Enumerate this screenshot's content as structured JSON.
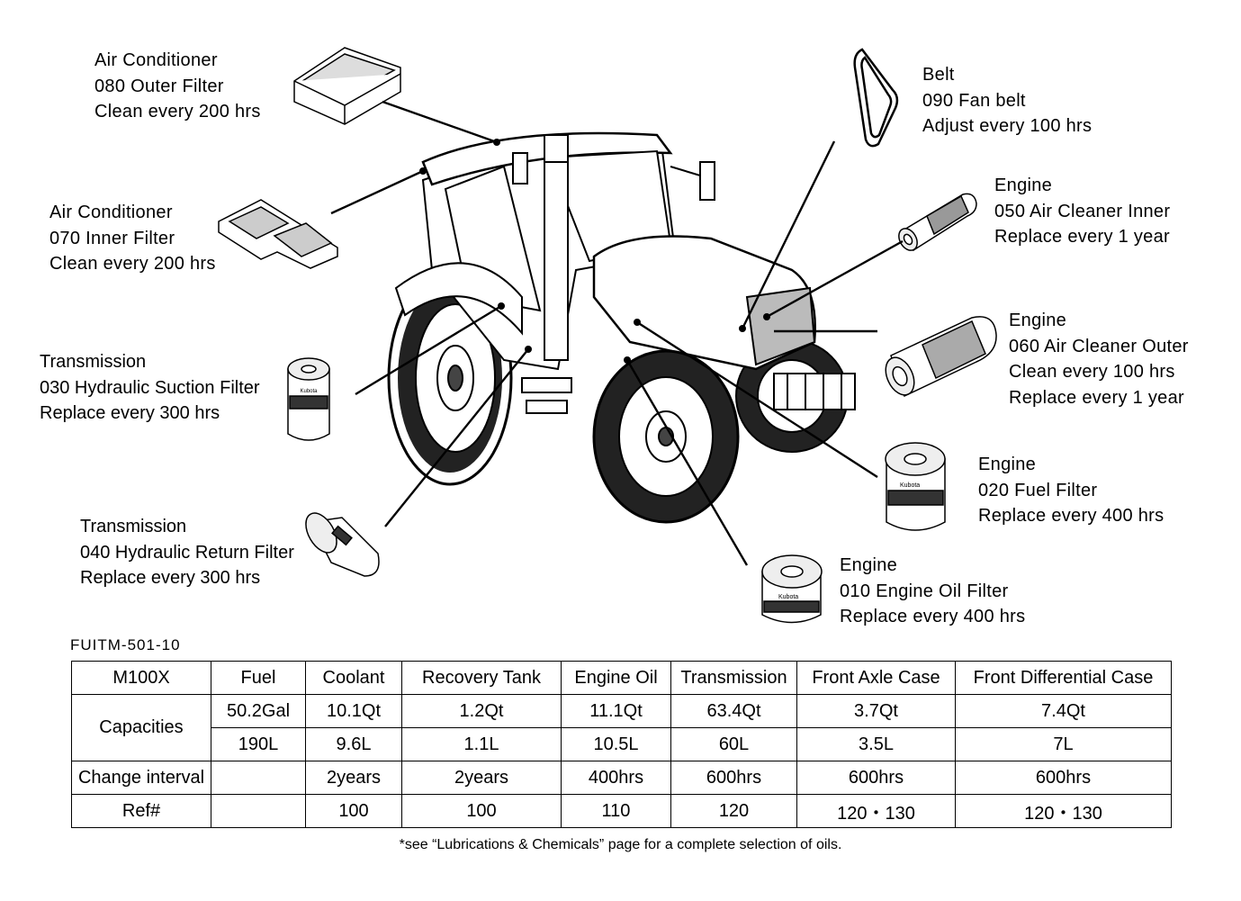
{
  "callouts": [
    {
      "id": "ac080",
      "lines": [
        "Air  Conditioner",
        "080  Outer  Filter",
        "Clean  every  200  hrs"
      ]
    },
    {
      "id": "ac070",
      "lines": [
        "Air  Conditioner",
        "070  Inner  Filter",
        "Clean  every  200  hrs"
      ]
    },
    {
      "id": "tr030",
      "lines": [
        "Transmission",
        "030 Hydraulic Suction Filter",
        "Replace every 300 hrs"
      ]
    },
    {
      "id": "tr040",
      "lines": [
        "Transmission",
        "040  Hydraulic Return Filter",
        "Replace  every  300  hrs"
      ]
    },
    {
      "id": "belt090",
      "lines": [
        "Belt",
        "090  Fan  belt",
        "Adjust  every  100  hrs"
      ]
    },
    {
      "id": "eng050",
      "lines": [
        "Engine",
        "050  Air  Cleaner  Inner",
        "Replace  every  1  year"
      ]
    },
    {
      "id": "eng060",
      "lines": [
        "Engine",
        "060  Air  Cleaner  Outer",
        "Clean  every  100  hrs",
        "Replace  every  1  year"
      ]
    },
    {
      "id": "eng020",
      "lines": [
        "Engine",
        "020  Fuel  Filter",
        "Replace  every  400  hrs"
      ]
    },
    {
      "id": "eng010",
      "lines": [
        "Engine",
        "010  Engine  Oil  Filter",
        "Replace  every  400  hrs"
      ]
    }
  ],
  "filter_brand": "Kubota",
  "doc_code": "FUITM-501-10",
  "table": {
    "headers": [
      "M100X",
      "Fuel",
      "Coolant",
      "Recovery  Tank",
      "Engine  Oil",
      "Transmission",
      "Front  Axle  Case",
      "Front  Differential  Case"
    ],
    "capacities_label": "Capacities",
    "capacities_row1": [
      "50.2Gal",
      "10.1Qt",
      "1.2Qt",
      "11.1Qt",
      "63.4Qt",
      "3.7Qt",
      "7.4Qt"
    ],
    "capacities_row2": [
      "190L",
      "9.6L",
      "1.1L",
      "10.5L",
      "60L",
      "3.5L",
      "7L"
    ],
    "change_label": "Change  interval",
    "change_values": [
      "",
      "2years",
      "2years",
      "400hrs",
      "600hrs",
      "600hrs",
      "600hrs"
    ],
    "ref_label": "Ref#",
    "ref_values": [
      "",
      "100",
      "100",
      "110",
      "120",
      "120・130",
      "120・130"
    ]
  },
  "footnote": "*see “Lubrications & Chemicals” page for a complete selection of oils."
}
